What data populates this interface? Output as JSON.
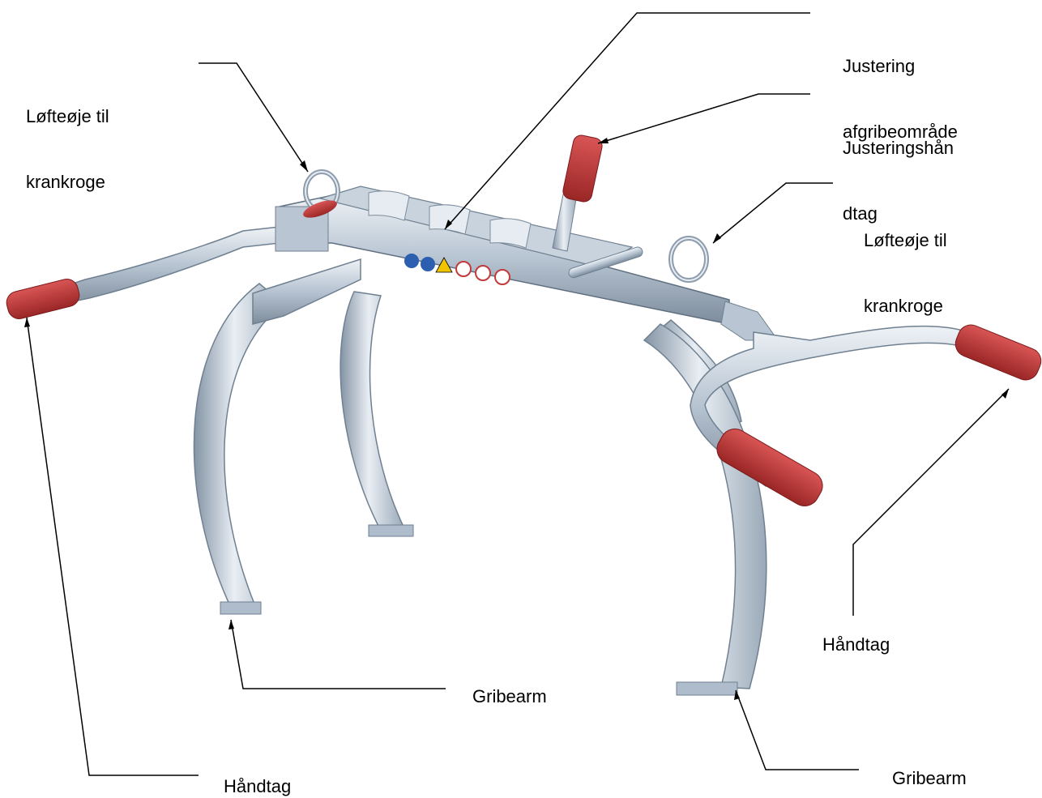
{
  "labels": {
    "eye_left_1": "Løfteøje til",
    "eye_left_2": "krankroge",
    "adjust_area_1": "Justering",
    "adjust_area_2": "afgribeområde",
    "adjust_handle_1": "Justeringshån",
    "adjust_handle_2": "dtag",
    "eye_right_1": "Løfteøje til",
    "eye_right_2": "krankroge",
    "handle_right": "Håndtag",
    "grip_arm_center": "Gribearm",
    "handle_bottom": "Håndtag",
    "grip_arm_right": "Gribearm"
  },
  "colors": {
    "steel_light": "#dfe6ee",
    "steel_mid": "#aebccc",
    "steel_dark": "#6f8091",
    "grip_red": "#c23a3a",
    "grip_red_dark": "#8e2020",
    "leader_line": "#000000"
  }
}
